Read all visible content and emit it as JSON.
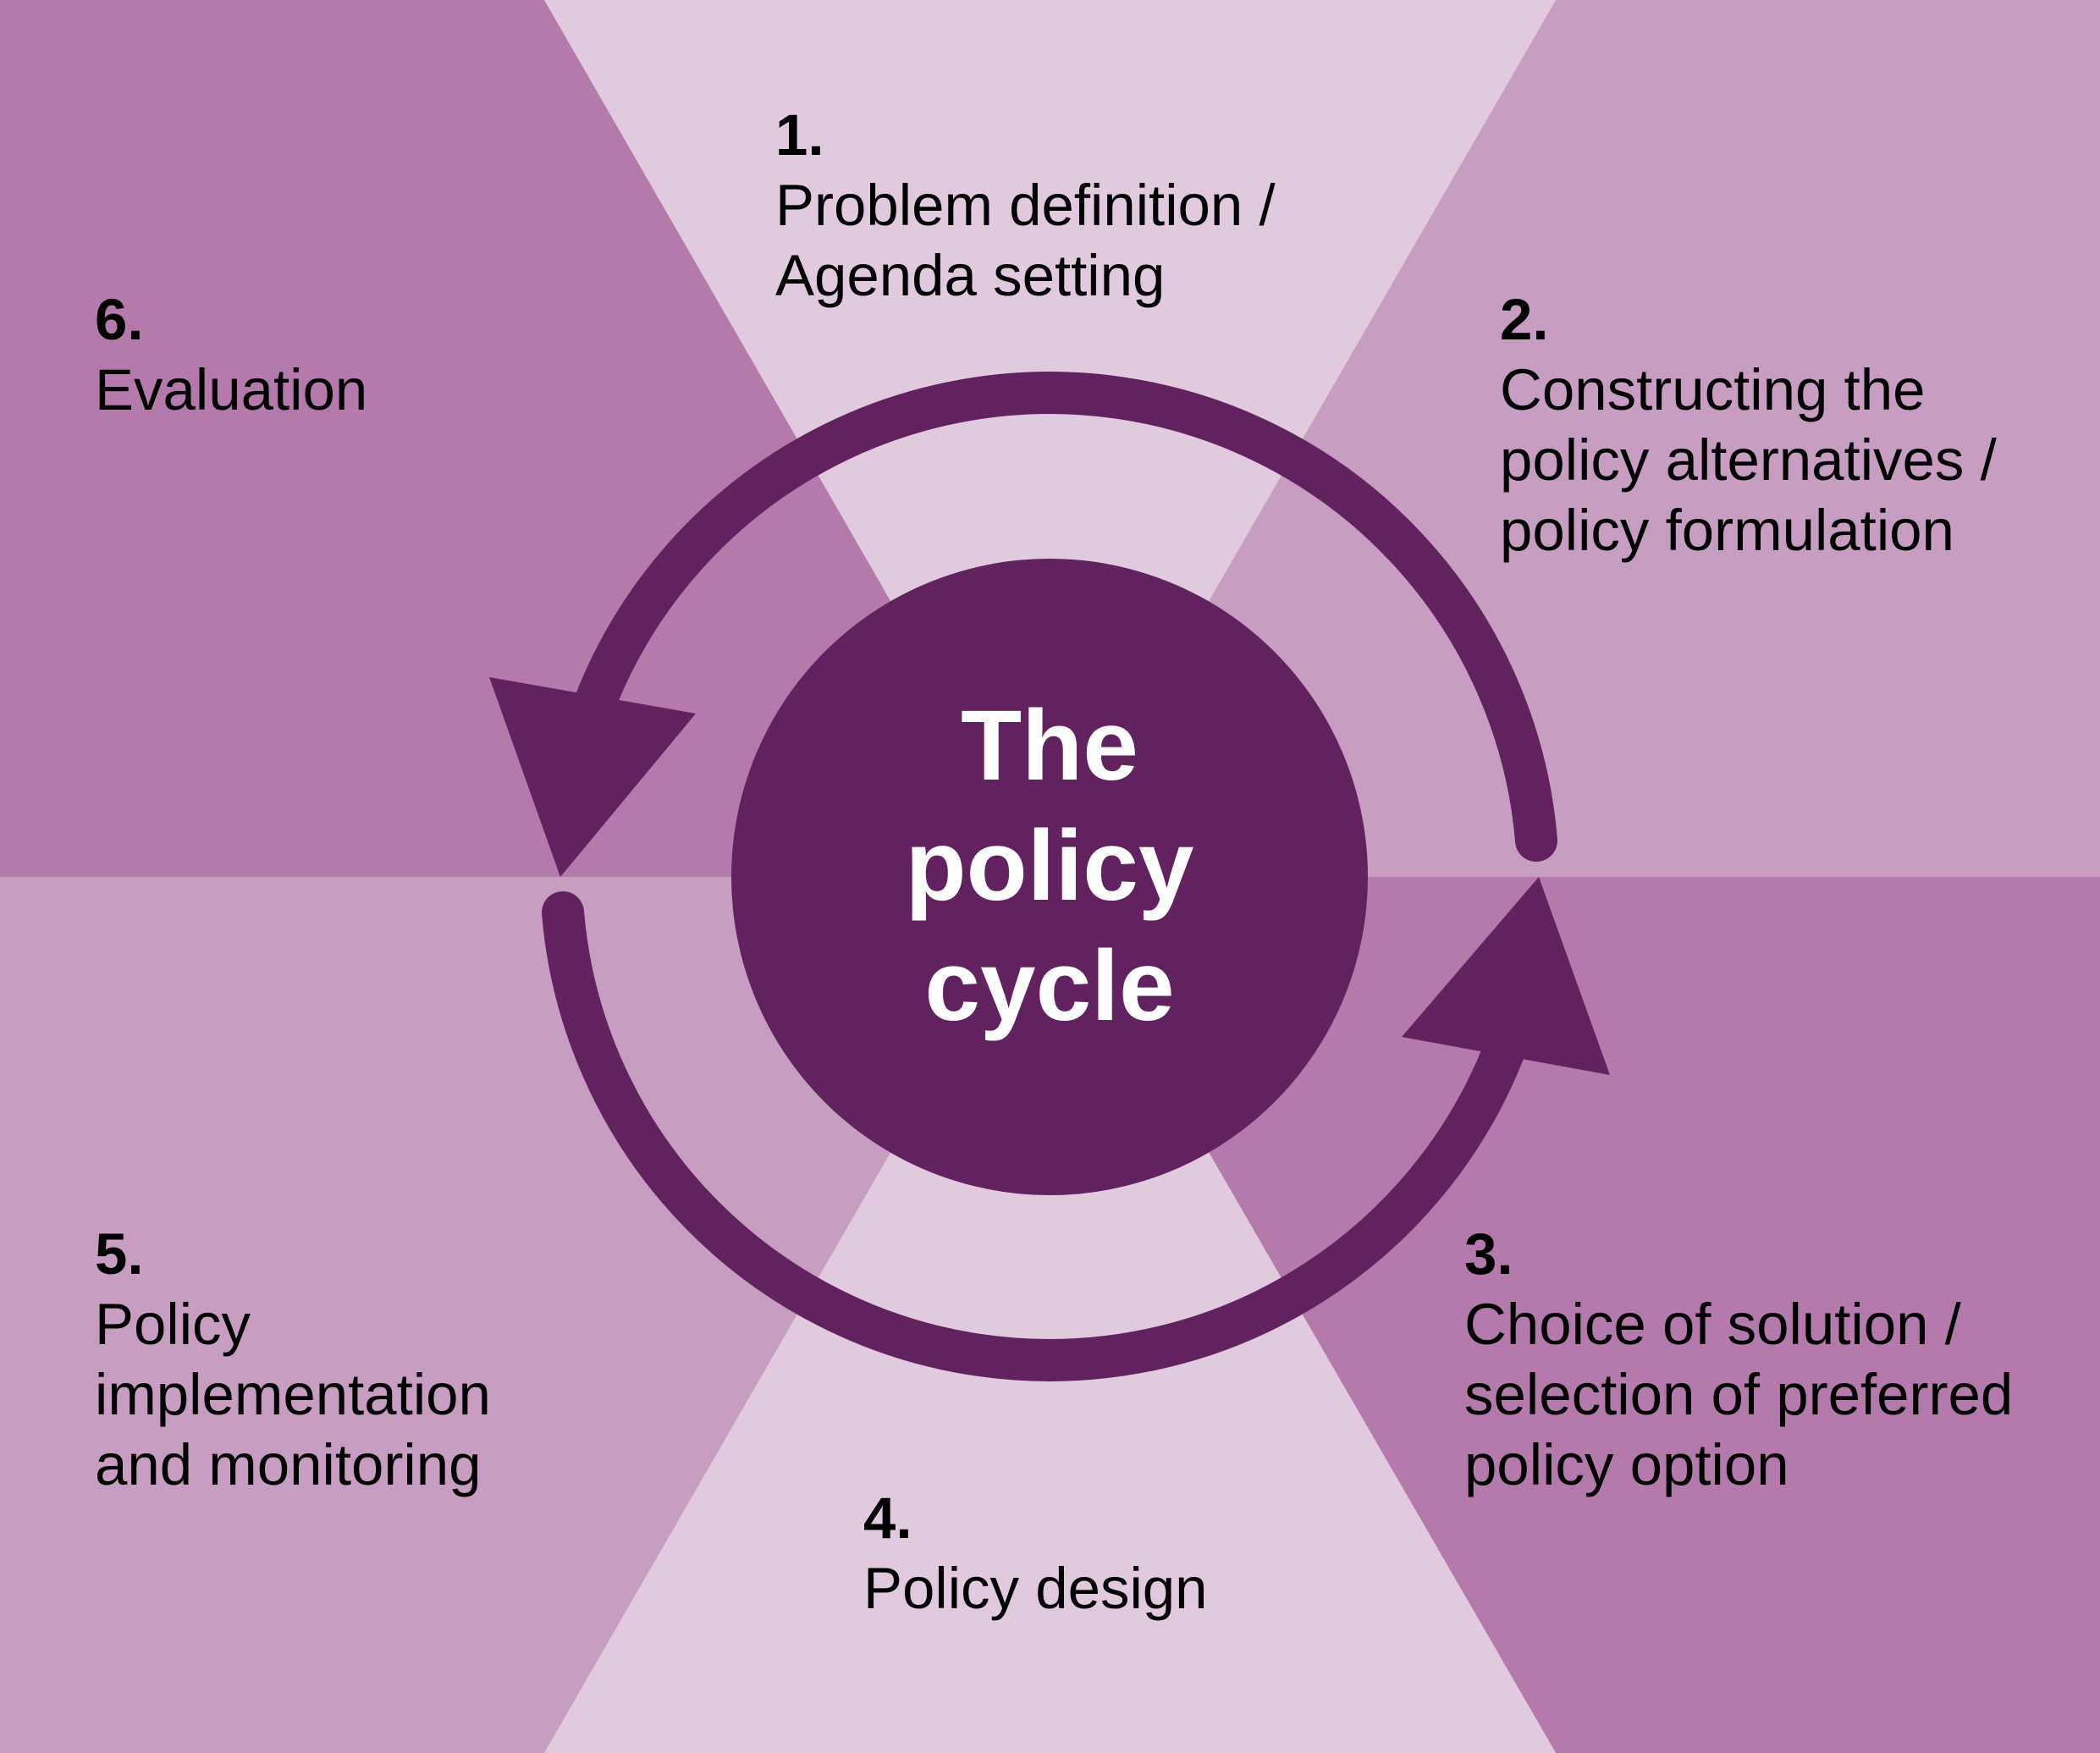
{
  "colors": {
    "light": "#e1c9de",
    "medium": "#c89dc2",
    "dark": "#b47aab",
    "accent": "#62215f",
    "label_text": "#000000",
    "title_text": "#ffffff"
  },
  "title": {
    "lines": [
      "The",
      "policy",
      "cycle"
    ]
  },
  "stages": [
    {
      "number": "1.",
      "lines": [
        "Problem definition /",
        "Agenda setting"
      ]
    },
    {
      "number": "2.",
      "lines": [
        "Constructing the",
        "policy alternatives /",
        "policy formulation"
      ]
    },
    {
      "number": "3.",
      "lines": [
        "Choice of solution /",
        "selection of preferred",
        "policy option"
      ]
    },
    {
      "number": "4.",
      "lines": [
        "Policy design"
      ]
    },
    {
      "number": "5.",
      "lines": [
        "Policy",
        "implementation",
        "and monitoring"
      ]
    },
    {
      "number": "6.",
      "lines": [
        "Evaluation"
      ]
    }
  ]
}
